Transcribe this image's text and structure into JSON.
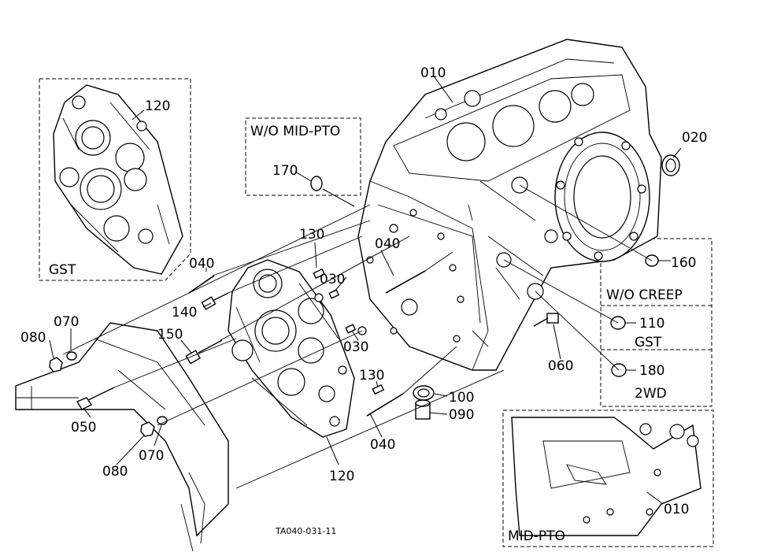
{
  "labels": {
    "p010_top": "010",
    "p020": "020",
    "p120_gst": "120",
    "gst_box": "GST",
    "wo_mid_pto": "W/O MID-PTO",
    "p170": "170",
    "p040_left": "040",
    "p130_top": "130",
    "p040_mid": "040",
    "p030_a": "030",
    "p160": "160",
    "wo_creep": "W/O CREEP",
    "p140": "140",
    "p070_top": "070",
    "p080_top": "080",
    "p150": "150",
    "p030_b": "030",
    "p110": "110",
    "gst_small": "GST",
    "p060": "060",
    "p180": "180",
    "wd2": "2WD",
    "p130_low": "130",
    "p100": "100",
    "p090": "090",
    "p050": "050",
    "p040_low": "040",
    "p080_low": "080",
    "p070_low": "070",
    "p120_low": "120",
    "p010_low": "010",
    "mid_pto": "MID-PTO",
    "ref_code": "TA040-031-11"
  }
}
